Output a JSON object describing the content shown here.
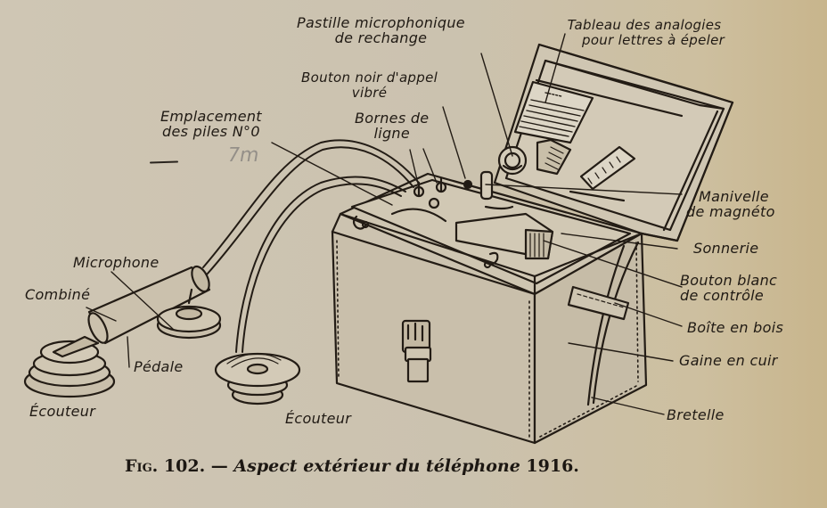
{
  "figure": {
    "number_label": "Fig. 102.",
    "dash": " — ",
    "title": "Aspect extérieur du téléphone",
    "year": " 1916."
  },
  "labels": {
    "pastille": {
      "line1": "Pastille microphonique",
      "line2": "de rechange"
    },
    "tableau": {
      "line1": "Tableau des analogies",
      "line2": "pour lettres à épeler"
    },
    "bouton_noir": {
      "line1": "Bouton noir d'appel",
      "line2": "vibré"
    },
    "bornes": {
      "line1": "Bornes de",
      "line2": "ligne"
    },
    "emplacement": {
      "line1": "Emplacement",
      "line2": "des piles N°0"
    },
    "manivelle": {
      "line1": "Manivelle",
      "line2": "de magnéto"
    },
    "sonnerie": "Sonnerie",
    "bouton_blanc": {
      "line1": "Bouton blanc",
      "line2": "de contrôle"
    },
    "boite": "Boîte en bois",
    "gaine": "Gaine en cuir",
    "bretelle": "Bretelle",
    "microphone": "Microphone",
    "combine": "Combiné",
    "pedale": "Pédale",
    "ecouteur_left": "Écouteur",
    "ecouteur_right": "Écouteur"
  },
  "annotation": {
    "pencil_note": "7m"
  },
  "colors": {
    "ink": "#201a14",
    "paper": "#cbc2af"
  }
}
